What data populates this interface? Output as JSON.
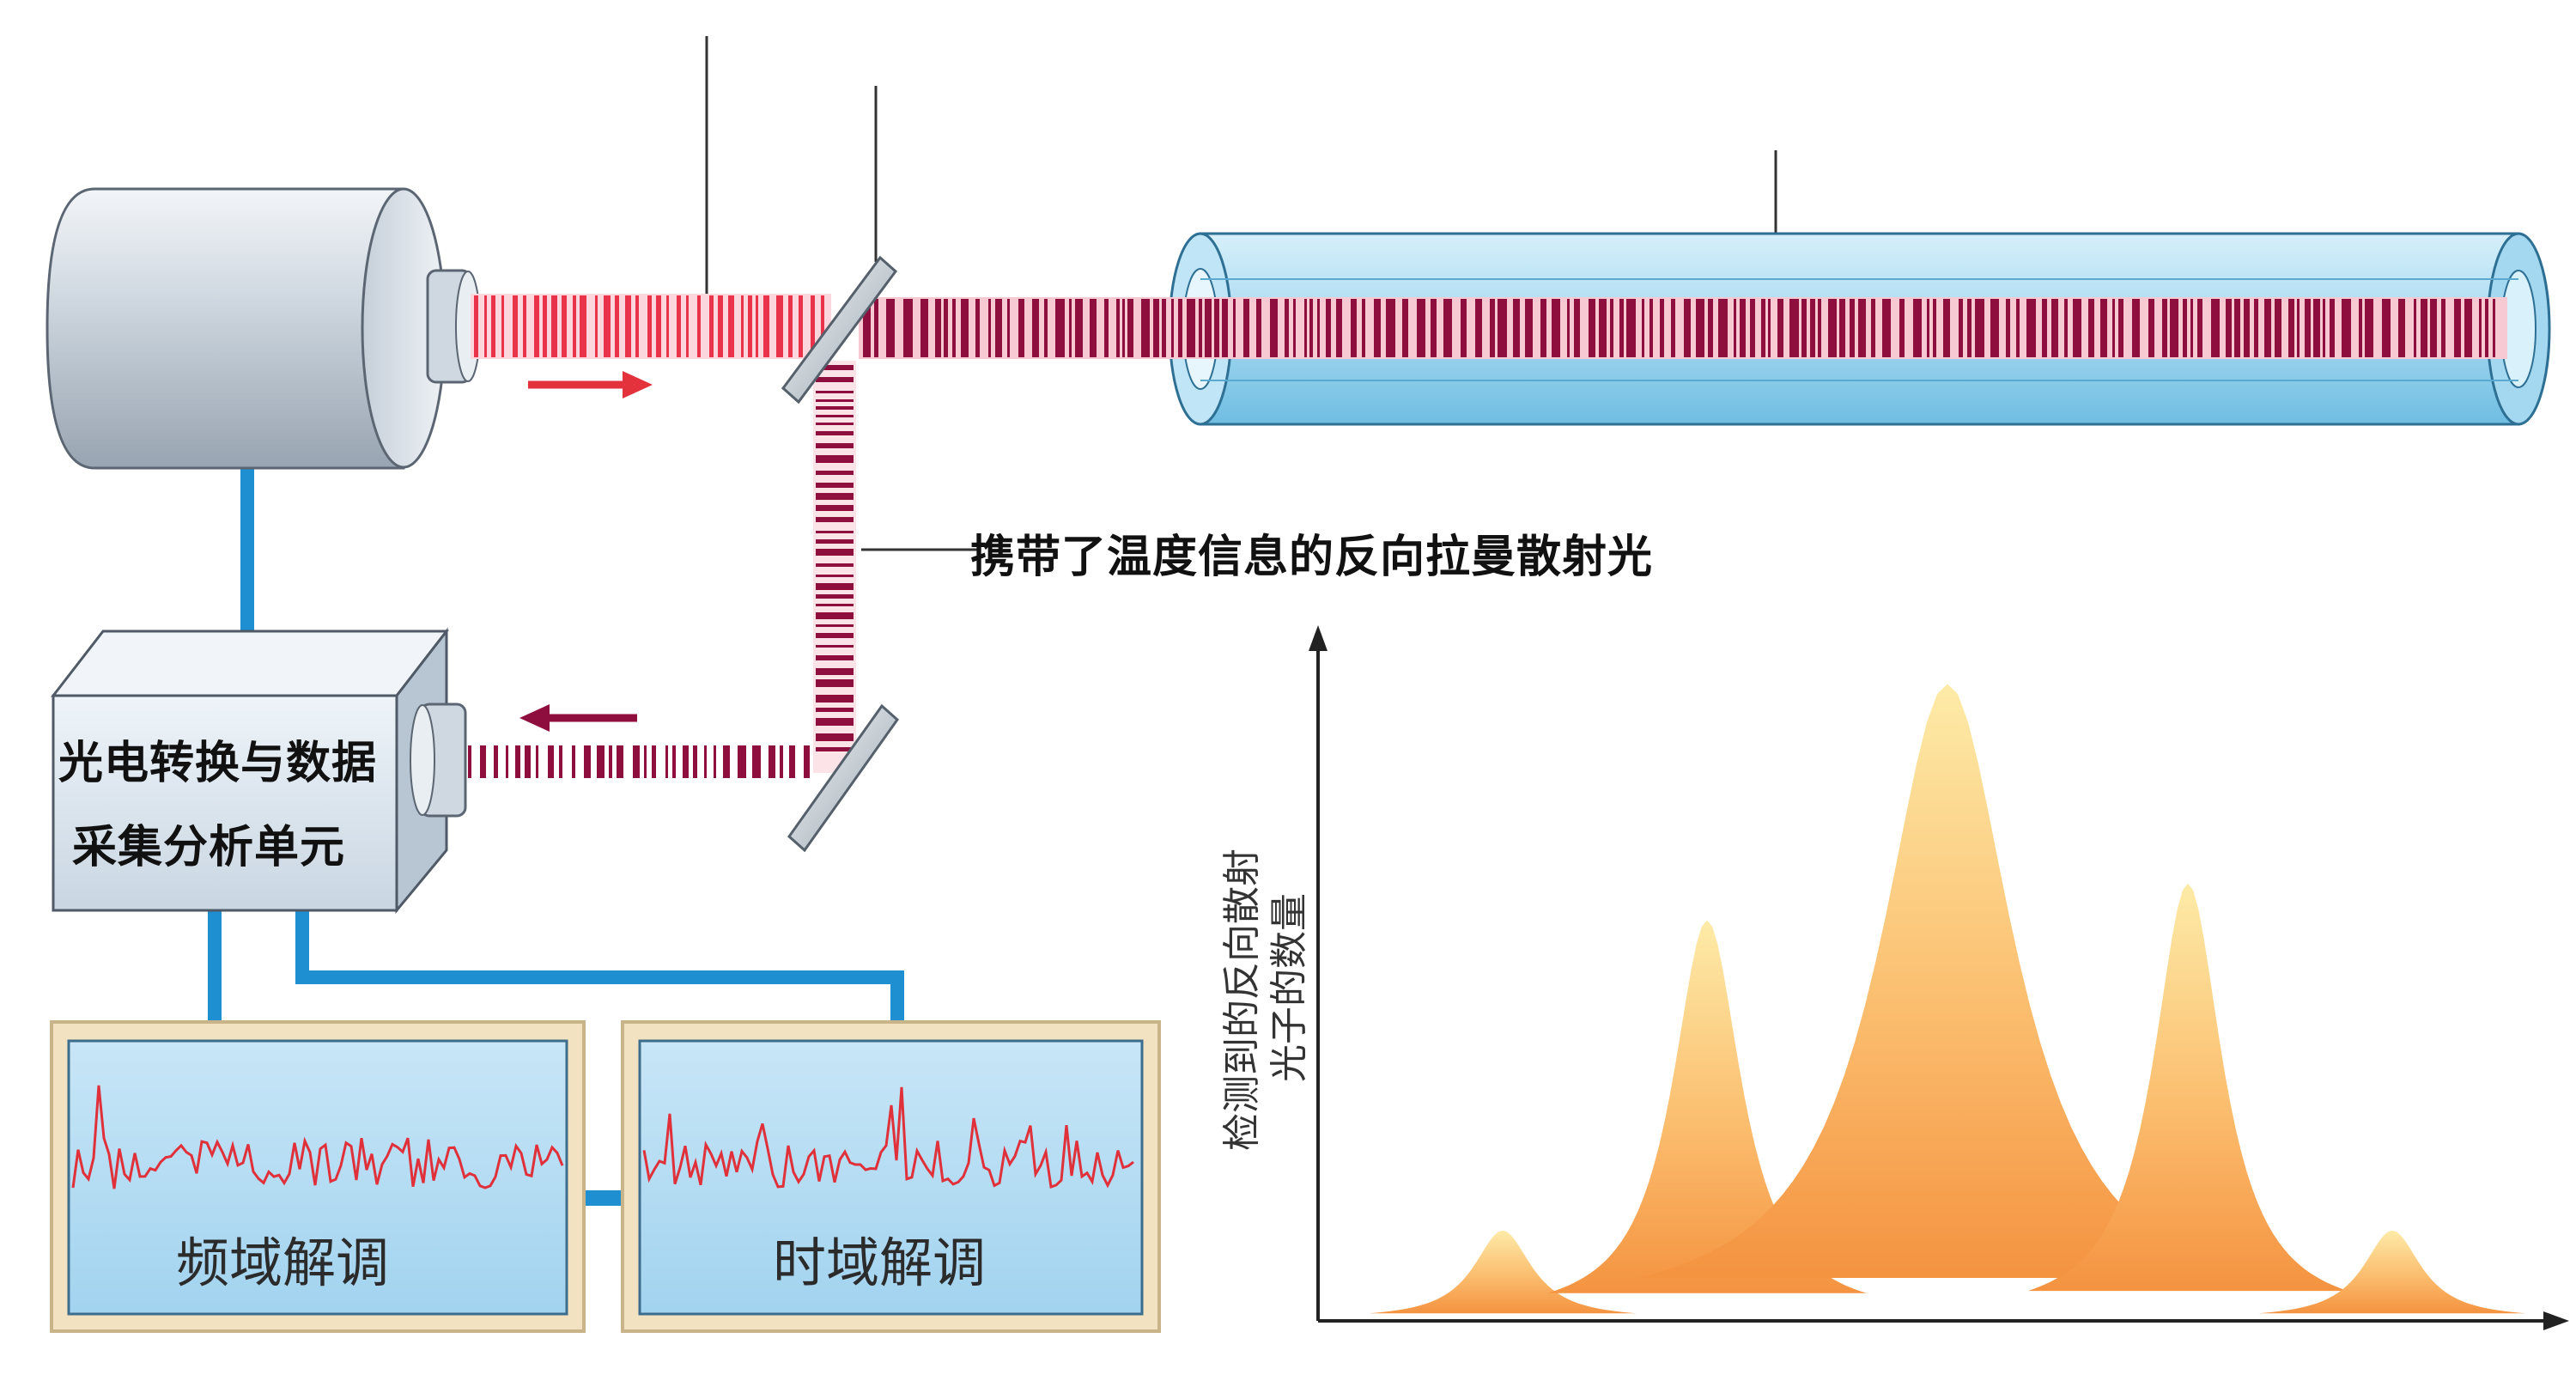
{
  "labels": {
    "backscatter_note": "携带了温度信息的反向拉曼散射光",
    "unit_line1": "光电转换与数据",
    "unit_line2": "采集分析单元",
    "freq_demod": "频域解调",
    "time_demod": "时域解调",
    "y_axis_line1": "检测到的反向散射",
    "y_axis_line2": "光子的数量"
  },
  "colors": {
    "forward_beam": "#e8334a",
    "backscatter": "#8e0f3e",
    "fiber": "#9fd6f0",
    "cable": "#1e8fd0",
    "spectrum_top": "#fde7a0",
    "spectrum_bottom": "#f59a45",
    "signal": "#e0303a"
  },
  "chart_data": {
    "type": "area",
    "series": [
      {
        "peaks": [
          {
            "x": 0.15,
            "height": 0.12
          },
          {
            "x": 0.32,
            "height": 0.54
          },
          {
            "x": 0.52,
            "height": 0.86
          },
          {
            "x": 0.72,
            "height": 0.59
          },
          {
            "x": 0.89,
            "height": 0.12
          }
        ]
      }
    ],
    "xlim": [
      0,
      1
    ],
    "ylim": [
      0,
      1
    ],
    "grid": false
  }
}
